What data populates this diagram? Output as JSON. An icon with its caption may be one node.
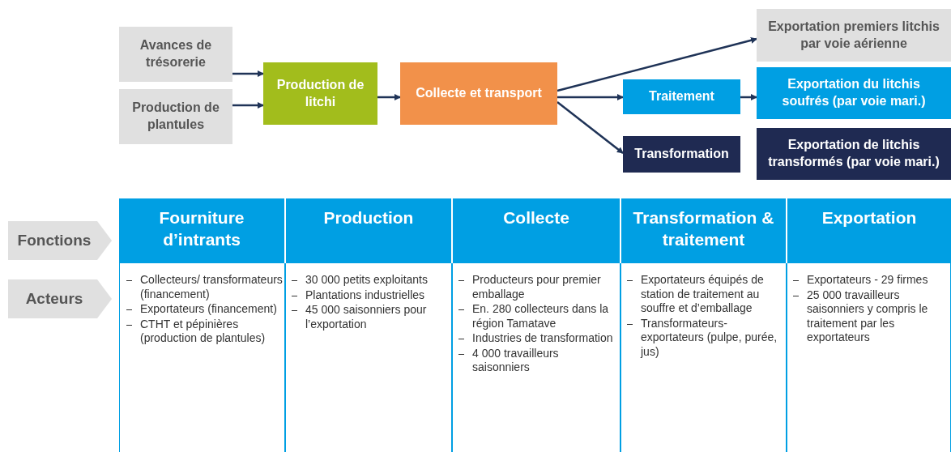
{
  "diagram": {
    "nodes": [
      {
        "text": [
          "Avances de trésorerie"
        ]
      },
      {
        "text": [
          "Production de plantules"
        ]
      },
      {
        "text": [
          "Production de litchi"
        ]
      },
      {
        "text": [
          "Collecte et transport"
        ]
      },
      {
        "text": [
          "Exportation premiers litchis par voie aérienne"
        ]
      },
      {
        "text": [
          "Traitement"
        ]
      },
      {
        "text": [
          "Exportation du litchis soufrés (par voie mari.)"
        ]
      },
      {
        "text": [
          "Transformation"
        ]
      },
      {
        "text": [
          "Exportation de litchis transformés (par voie mari.)"
        ]
      },
      {
        "text": [
          "Fonctions"
        ]
      },
      {
        "text": [
          "Acteurs"
        ]
      },
      {
        "text": [
          "Fourniture d’intrants"
        ]
      },
      {
        "text": [
          "Production"
        ]
      },
      {
        "text": [
          "Collecte"
        ]
      },
      {
        "text": [
          "Transformation & traitement"
        ]
      },
      {
        "text": [
          "Exportation"
        ]
      },
      {
        "text": [
          "Collecteurs/ transformateurs (financement)",
          "Exportateurs (financement)",
          "CTHT et pépinières (production de plantules)"
        ]
      },
      {
        "text": [
          "30 000 petits exploitants",
          "Plantations industrielles",
          "45 000 saisonniers pour l’exportation"
        ]
      },
      {
        "text": [
          "Producteurs pour premier emballage",
          "En. 280 collecteurs dans la région Tamatave",
          "Industries de transformation",
          "4 000 travailleurs saisonniers"
        ]
      },
      {
        "text": [
          "Exportateurs équipés de station de traitement au souffre et d’emballage",
          "Transformateurs-exportateurs (pulpe, purée, jus)"
        ]
      },
      {
        "text": [
          "Exportateurs - 29 firmes",
          "25 000 travailleurs saisonniers y compris le traitement par les exportateurs"
        ]
      }
    ],
    "edges": [
      {
        "from": 0,
        "to": 2,
        "arrow": "to"
      },
      {
        "from": 1,
        "to": 2,
        "arrow": "to"
      },
      {
        "from": 2,
        "to": 3,
        "arrow": "to"
      },
      {
        "from": 3,
        "to": 4,
        "arrow": "to"
      },
      {
        "from": 3,
        "to": 5,
        "arrow": "to"
      },
      {
        "from": 3,
        "to": 7,
        "arrow": "to"
      },
      {
        "from": 5,
        "to": 6,
        "arrow": "to"
      }
    ]
  }
}
